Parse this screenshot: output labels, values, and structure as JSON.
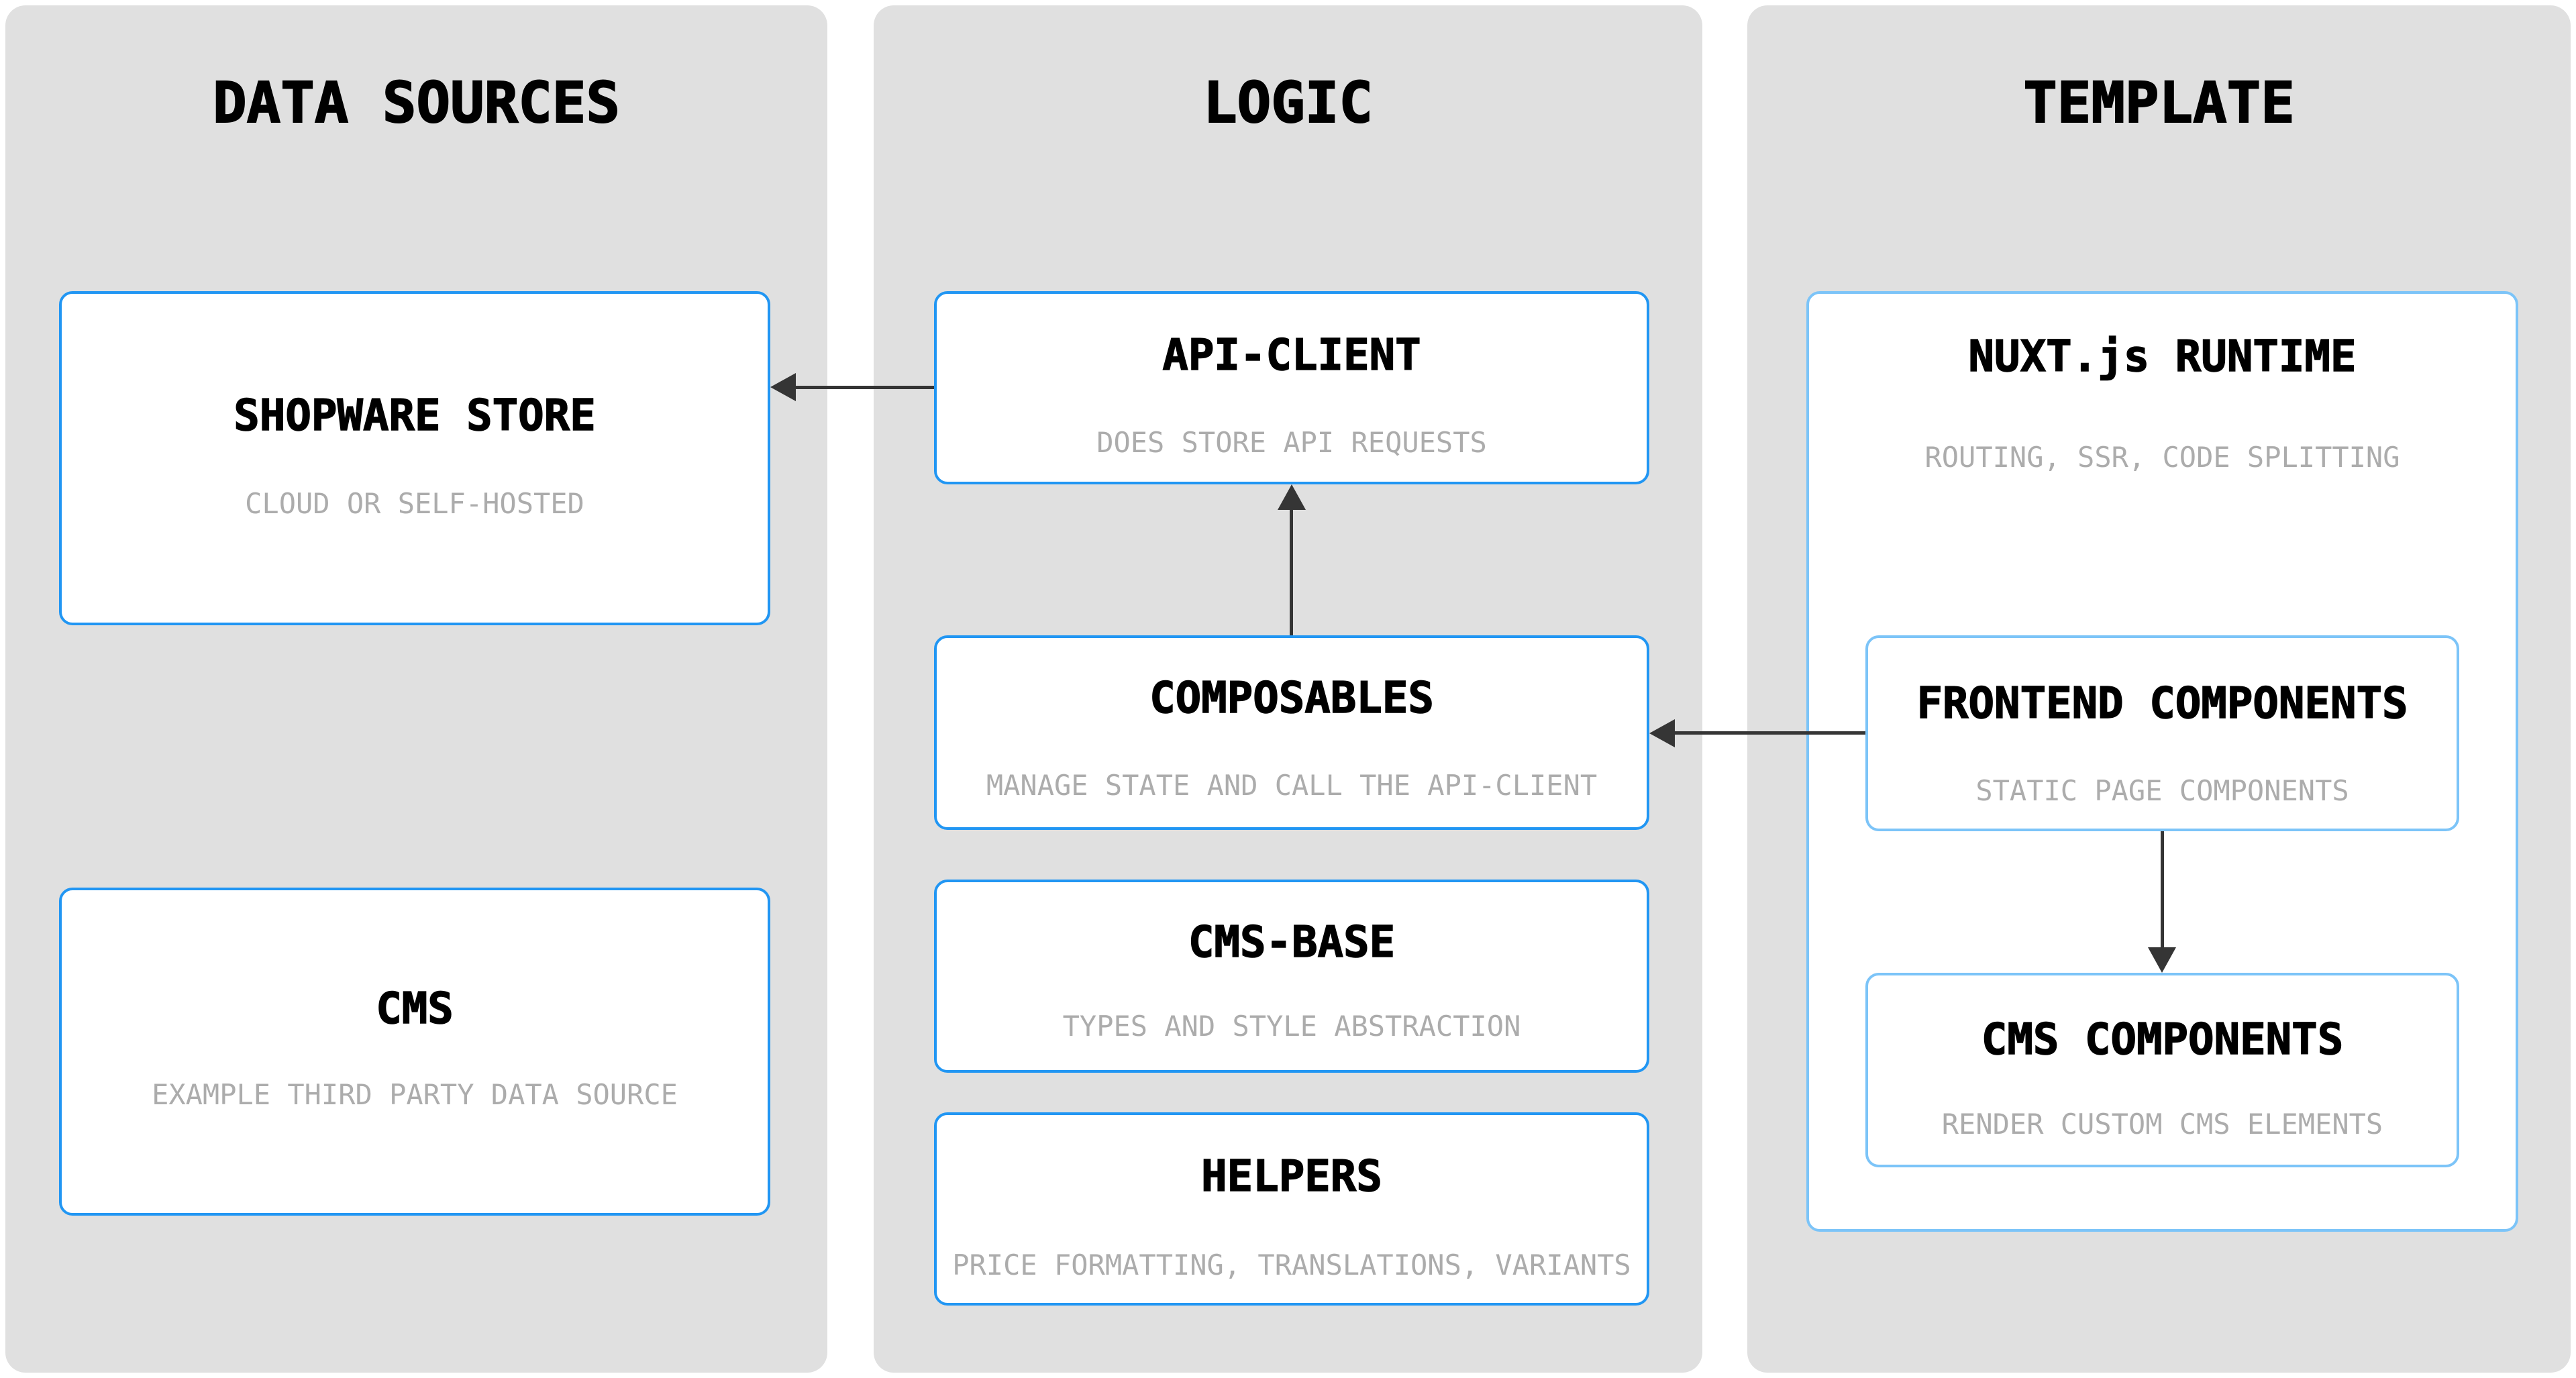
{
  "colors": {
    "background": "#FFFFFF",
    "column-bg": "#E0E0E0",
    "box-bg": "#FFFFFF",
    "accent-strong": "#2196F3",
    "accent-light": "#7CC4F8",
    "arrow": "#353535",
    "title-text": "#000000",
    "subtitle-text": "#ACACAC"
  },
  "columns": [
    {
      "header": "DATA SOURCES",
      "boxes": [
        {
          "title": "SHOPWARE STORE",
          "subtitle": "CLOUD OR SELF-HOSTED"
        },
        {
          "title": "CMS",
          "subtitle": "EXAMPLE THIRD PARTY DATA SOURCE"
        }
      ]
    },
    {
      "header": "LOGIC",
      "boxes": [
        {
          "title": "API-CLIENT",
          "subtitle": "DOES STORE API REQUESTS"
        },
        {
          "title": "COMPOSABLES",
          "subtitle": "MANAGE STATE AND CALL THE API-CLIENT"
        },
        {
          "title": "CMS-BASE",
          "subtitle": "TYPES AND STYLE ABSTRACTION"
        },
        {
          "title": "HELPERS",
          "subtitle": "PRICE FORMATTING, TRANSLATIONS, VARIANTS"
        }
      ]
    },
    {
      "header": "TEMPLATE",
      "boxes": [
        {
          "title": "NUXT.js RUNTIME",
          "subtitle": "ROUTING, SSR, CODE SPLITTING"
        },
        {
          "title": "FRONTEND COMPONENTS",
          "subtitle": "STATIC PAGE COMPONENTS"
        },
        {
          "title": "CMS COMPONENTS",
          "subtitle": "RENDER CUSTOM CMS ELEMENTS"
        }
      ]
    }
  ],
  "arrows": [
    {
      "from": "API-CLIENT",
      "to": "SHOPWARE STORE",
      "direction": "left"
    },
    {
      "from": "COMPOSABLES",
      "to": "API-CLIENT",
      "direction": "up"
    },
    {
      "from": "FRONTEND COMPONENTS",
      "to": "COMPOSABLES",
      "direction": "left"
    },
    {
      "from": "FRONTEND COMPONENTS",
      "to": "CMS COMPONENTS",
      "direction": "down"
    }
  ]
}
